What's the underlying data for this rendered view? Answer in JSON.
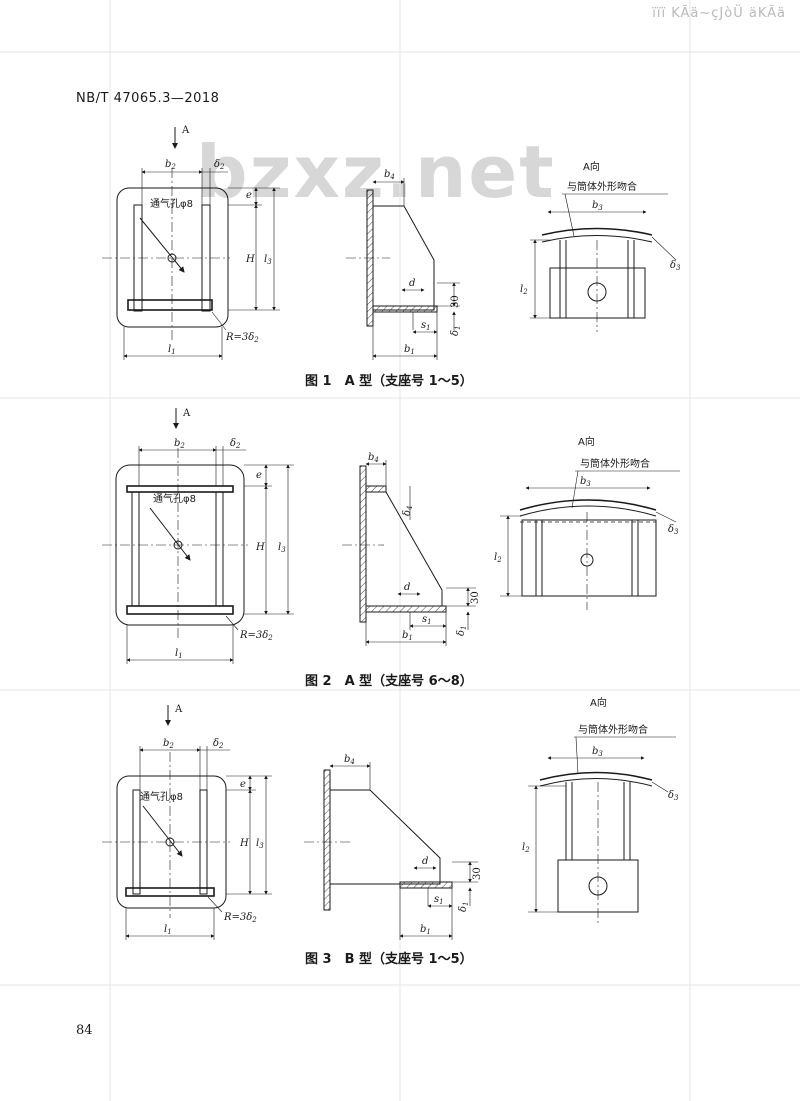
{
  "header": {
    "garbled_text": "ïïï KÃä~çJòÜ äKÃä",
    "standard_code": "NB/T 47065.3—2018"
  },
  "watermark": "bzxz.net",
  "page_number": "84",
  "labels": {
    "view_arrow": "A",
    "view_direction": "A向",
    "conform_note": "与筒体外形吻合",
    "vent_hole": "通气孔φ8",
    "radius": "R=3δ",
    "radius_sub": "2",
    "dim_30": "30"
  },
  "dims": {
    "b": "b",
    "delta": "δ",
    "e": "e",
    "H": "H",
    "l": "l",
    "d": "d",
    "s": "s",
    "sub1": "1",
    "sub2": "2",
    "sub3": "3",
    "sub4": "4"
  },
  "figures": [
    {
      "caption": "图 1　A 型（支座号 1～5）"
    },
    {
      "caption": "图 2　A 型（支座号 6～8）"
    },
    {
      "caption": "图 3　B 型（支座号 1～5）"
    }
  ]
}
